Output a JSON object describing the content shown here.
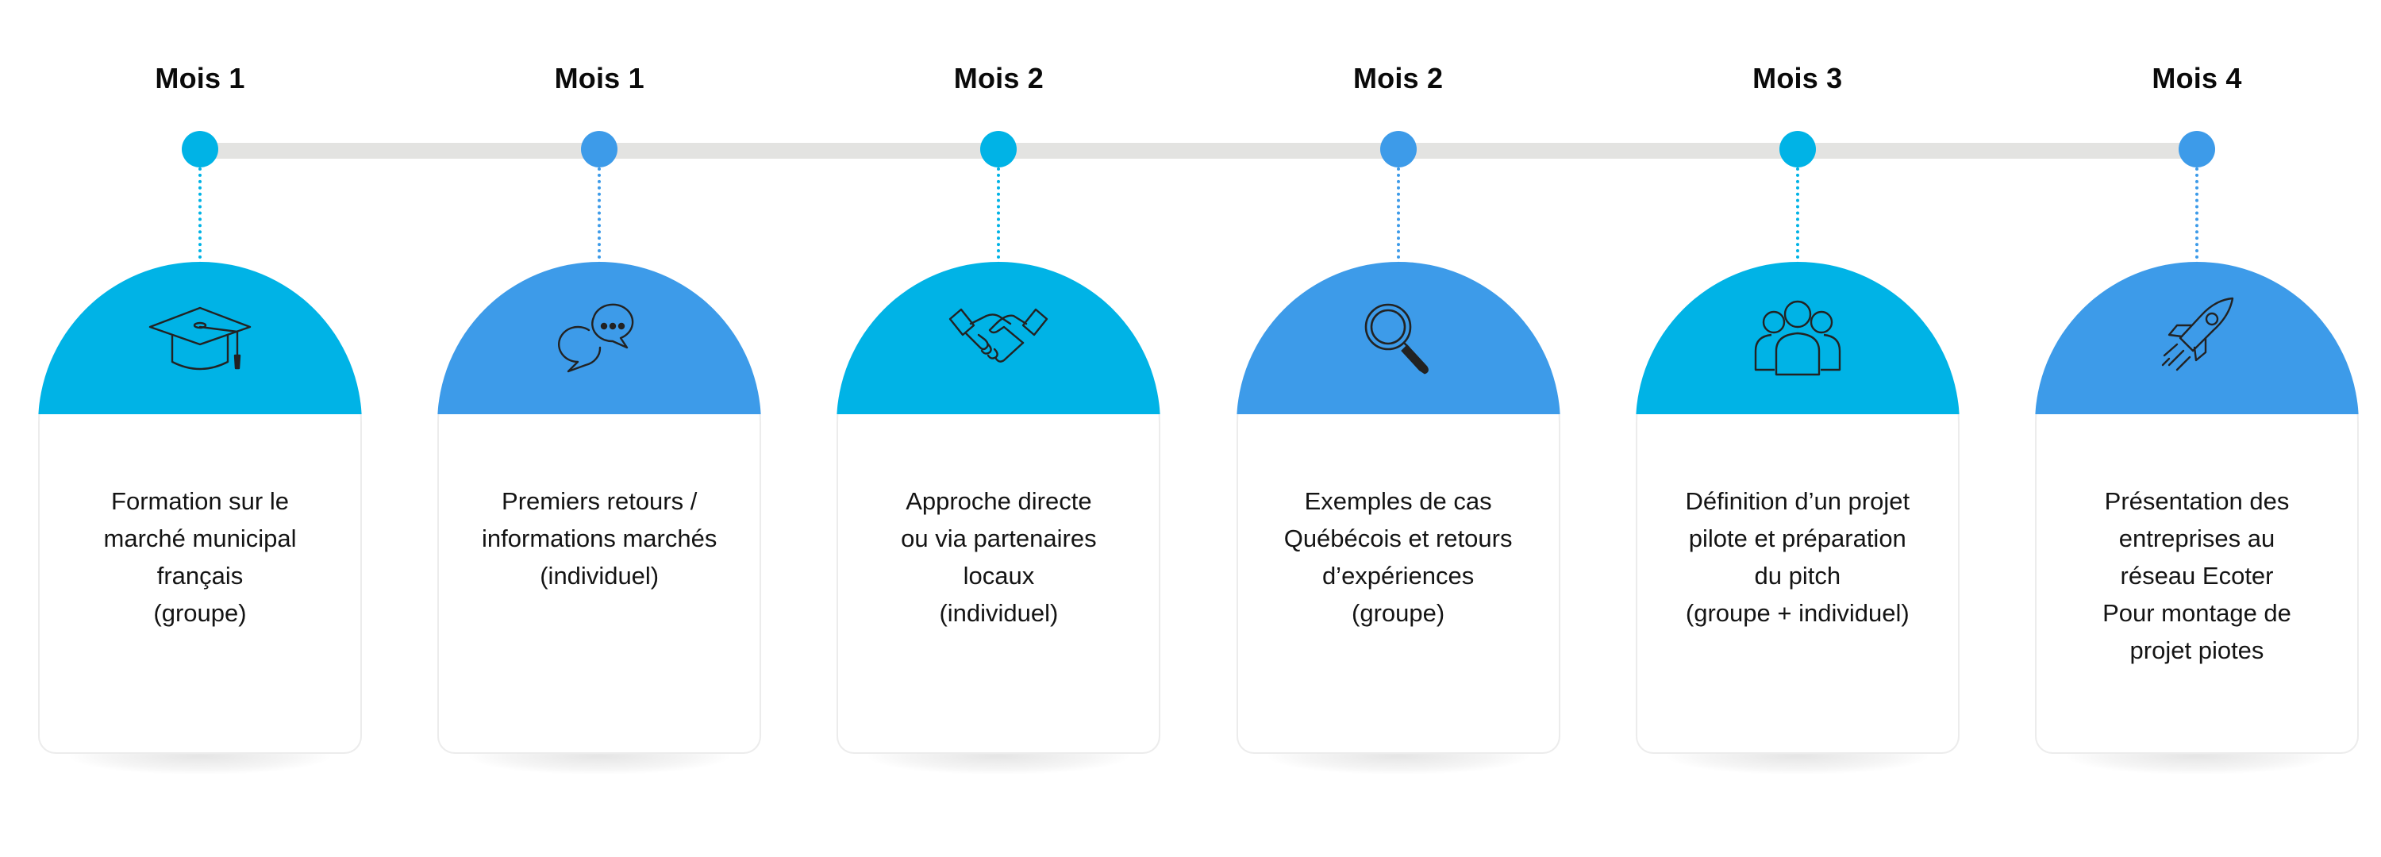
{
  "colors": {
    "cyan": "#00b3e6",
    "blue": "#3d9be9",
    "track": "#e3e3e1"
  },
  "steps": [
    {
      "month": "Mois 1",
      "color": "#00b3e6",
      "icon": "graduation-cap-icon",
      "lines": [
        "Formation sur le",
        "marché municipal",
        "français",
        "(groupe)"
      ]
    },
    {
      "month": "Mois 1",
      "color": "#3d9be9",
      "icon": "chat-bubbles-icon",
      "lines": [
        "Premiers retours /",
        "informations marchés",
        "(individuel)"
      ]
    },
    {
      "month": "Mois 2",
      "color": "#00b3e6",
      "icon": "handshake-icon",
      "lines": [
        "Approche directe",
        "ou via partenaires",
        "locaux",
        "(individuel)"
      ]
    },
    {
      "month": "Mois 2",
      "color": "#3d9be9",
      "icon": "magnifier-icon",
      "lines": [
        "Exemples de cas",
        "Québécois et retours",
        "d’expériences",
        "(groupe)"
      ]
    },
    {
      "month": "Mois 3",
      "color": "#00b3e6",
      "icon": "team-icon",
      "lines": [
        "Définition d’un projet",
        "pilote et préparation",
        "du pitch",
        "(groupe + individuel)"
      ]
    },
    {
      "month": "Mois 4",
      "color": "#3d9be9",
      "icon": "rocket-icon",
      "lines": [
        "Présentation des",
        "entreprises au",
        "réseau Ecoter",
        "Pour montage de",
        "projet piotes"
      ]
    }
  ]
}
